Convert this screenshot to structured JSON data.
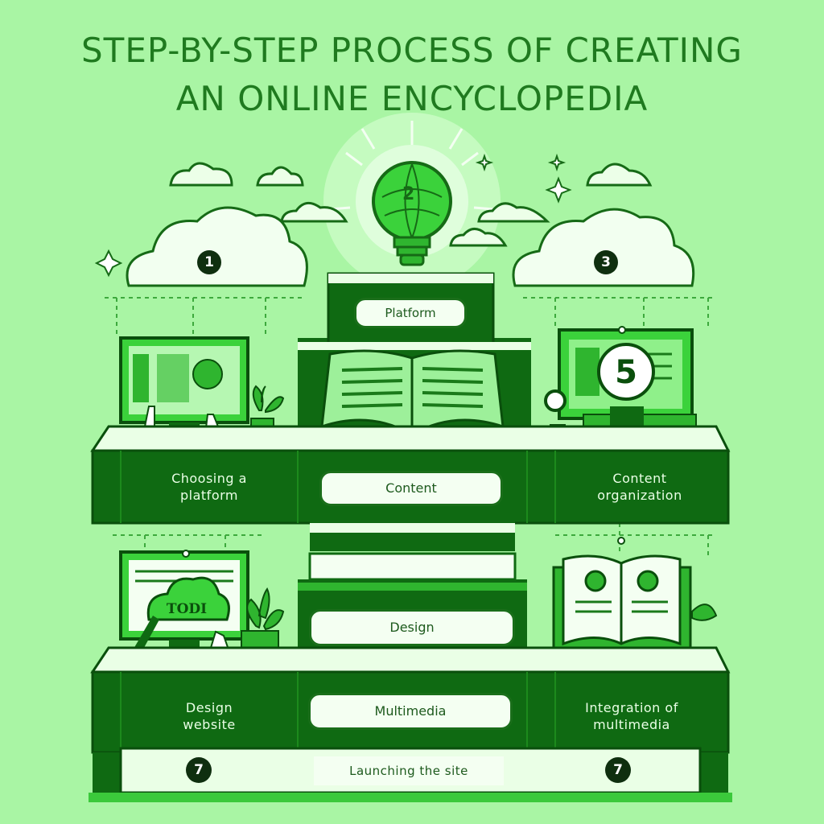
{
  "header": {
    "title_line1": "STEP-BY-STEP PROCESS OF CREATING",
    "title_line2": "AN ONLINE ENCYCLOPEDIA"
  },
  "steps": {
    "platform_pill": "Platform",
    "content_pill": "Content",
    "design_pill": "Design",
    "multimedia_pill": "Multimedia",
    "choosing_platform": [
      "Choosing a",
      "platform"
    ],
    "content_organization": [
      "Content",
      "organization"
    ],
    "design_website": [
      "Design",
      "website"
    ],
    "integration_multimedia": [
      "Integration of",
      "multimedia"
    ],
    "launching": "Launching the site"
  },
  "badges": {
    "cloud_left": "1",
    "cloud_right": "3",
    "monitor_right": "5",
    "bottom_left": "7",
    "bottom_right": "7"
  },
  "illustration_text": {
    "bulb": "2",
    "monitor_left_bottom": "TODI"
  },
  "icons": [
    "lightbulb-icon",
    "cloud-icon",
    "monitor-icon",
    "open-book-icon",
    "plant-icon",
    "sparkle-icon",
    "hand-pointer-icon",
    "pencil-icon",
    "arrow-down-icon"
  ],
  "colors": {
    "background": "#a9f5a4",
    "dark_green": "#0f6a12",
    "mid_green": "#3bc93b",
    "light_face": "#f4fff2",
    "title_green": "#1f7a1f"
  }
}
